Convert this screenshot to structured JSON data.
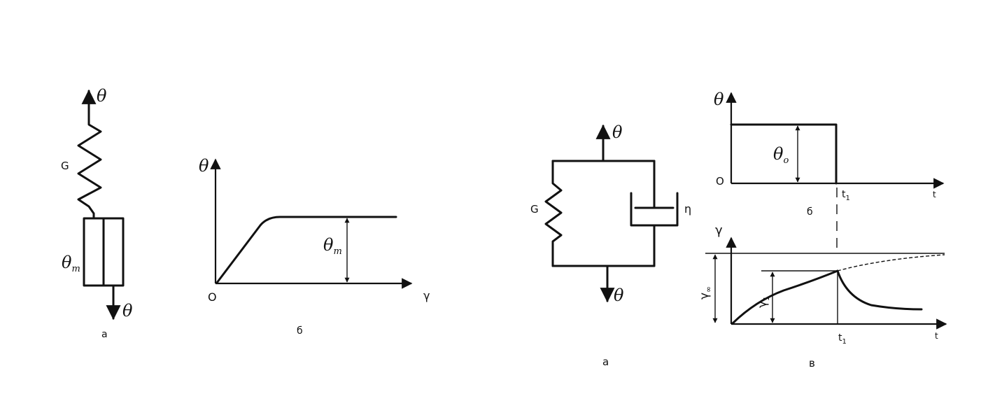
{
  "fig1": {
    "model": {
      "force_top": "θ",
      "spring": "G",
      "friction": "θ",
      "friction_sub": "т",
      "force_bottom": "θ",
      "caption": "а"
    },
    "plot": {
      "ylabel": "θ",
      "xlabel": "γ",
      "origin": "O",
      "yield": "θ",
      "yield_sub": "т",
      "caption": "б"
    }
  },
  "fig2": {
    "model": {
      "force_top": "θ",
      "spring": "G",
      "dashpot": "η",
      "force_bottom": "θ",
      "caption": "а"
    },
    "stress_plot": {
      "ylabel": "θ",
      "xlabel": "t",
      "origin": "O",
      "level": "θ",
      "level_sub": "о",
      "t1": "t",
      "t1_sub": "1",
      "caption": "б"
    },
    "strain_plot": {
      "ylabel": "γ",
      "xlabel": "t",
      "gamma_inf": "γ",
      "gamma_inf_sub": "∞",
      "gamma1": "γ",
      "gamma1_sub": "1",
      "t1": "t",
      "t1_sub": "1",
      "caption": "в"
    }
  }
}
